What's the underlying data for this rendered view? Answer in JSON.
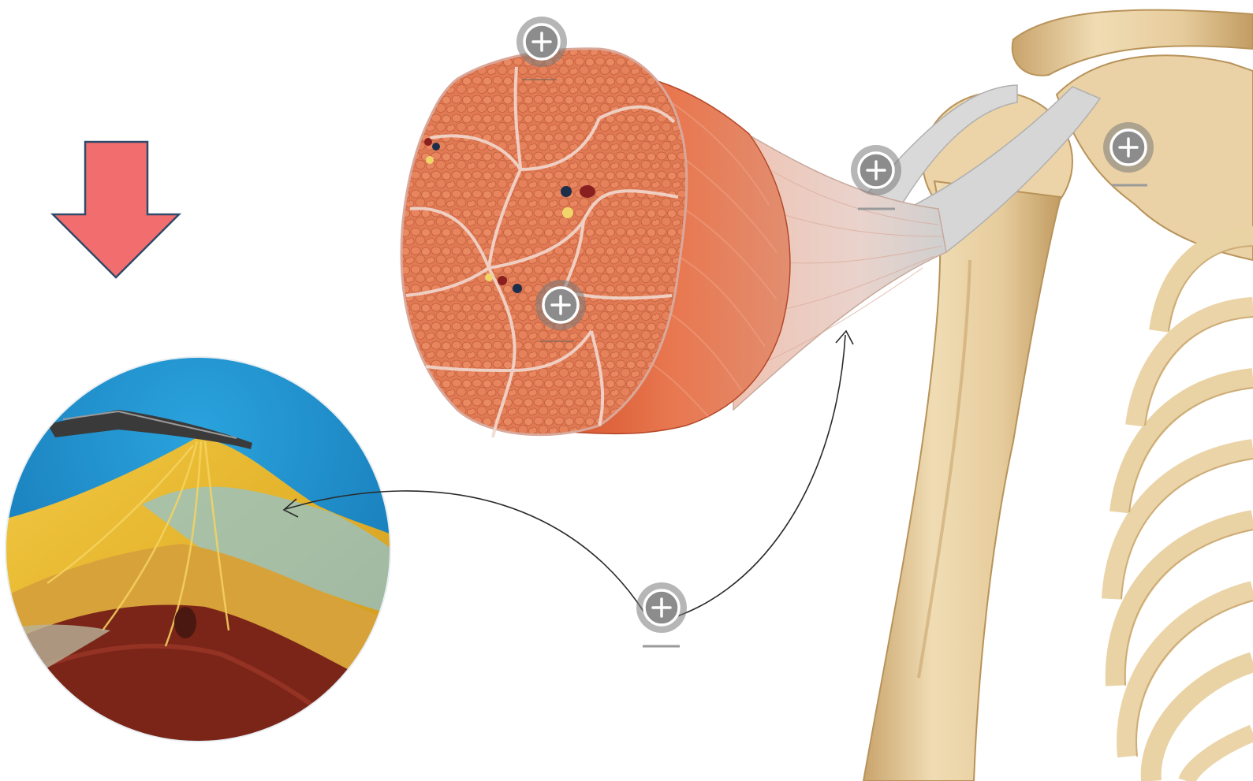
{
  "figure": {
    "hotspots": [
      {
        "id": "hotspot-1",
        "icon": "plus-circle-icon",
        "state": "collapsed"
      },
      {
        "id": "hotspot-2",
        "icon": "plus-circle-icon",
        "state": "collapsed"
      },
      {
        "id": "hotspot-3",
        "icon": "plus-circle-icon",
        "state": "collapsed"
      },
      {
        "id": "hotspot-4",
        "icon": "plus-circle-icon",
        "state": "collapsed"
      },
      {
        "id": "hotspot-5",
        "icon": "plus-circle-icon",
        "state": "collapsed"
      }
    ],
    "pointer_arrow": {
      "icon": "down-arrow-icon",
      "fill": "#f26d6d",
      "stroke": "#2f4a6a"
    },
    "colors": {
      "muscle": "#e2754e",
      "muscle_dark": "#c9522f",
      "tendon": "#ecd8d2",
      "bone": "#e8cfa2",
      "bone_shadow": "#c9a56e",
      "photo_bg": "#1f8fc8",
      "photo_fascia": "#e8b92a"
    }
  }
}
